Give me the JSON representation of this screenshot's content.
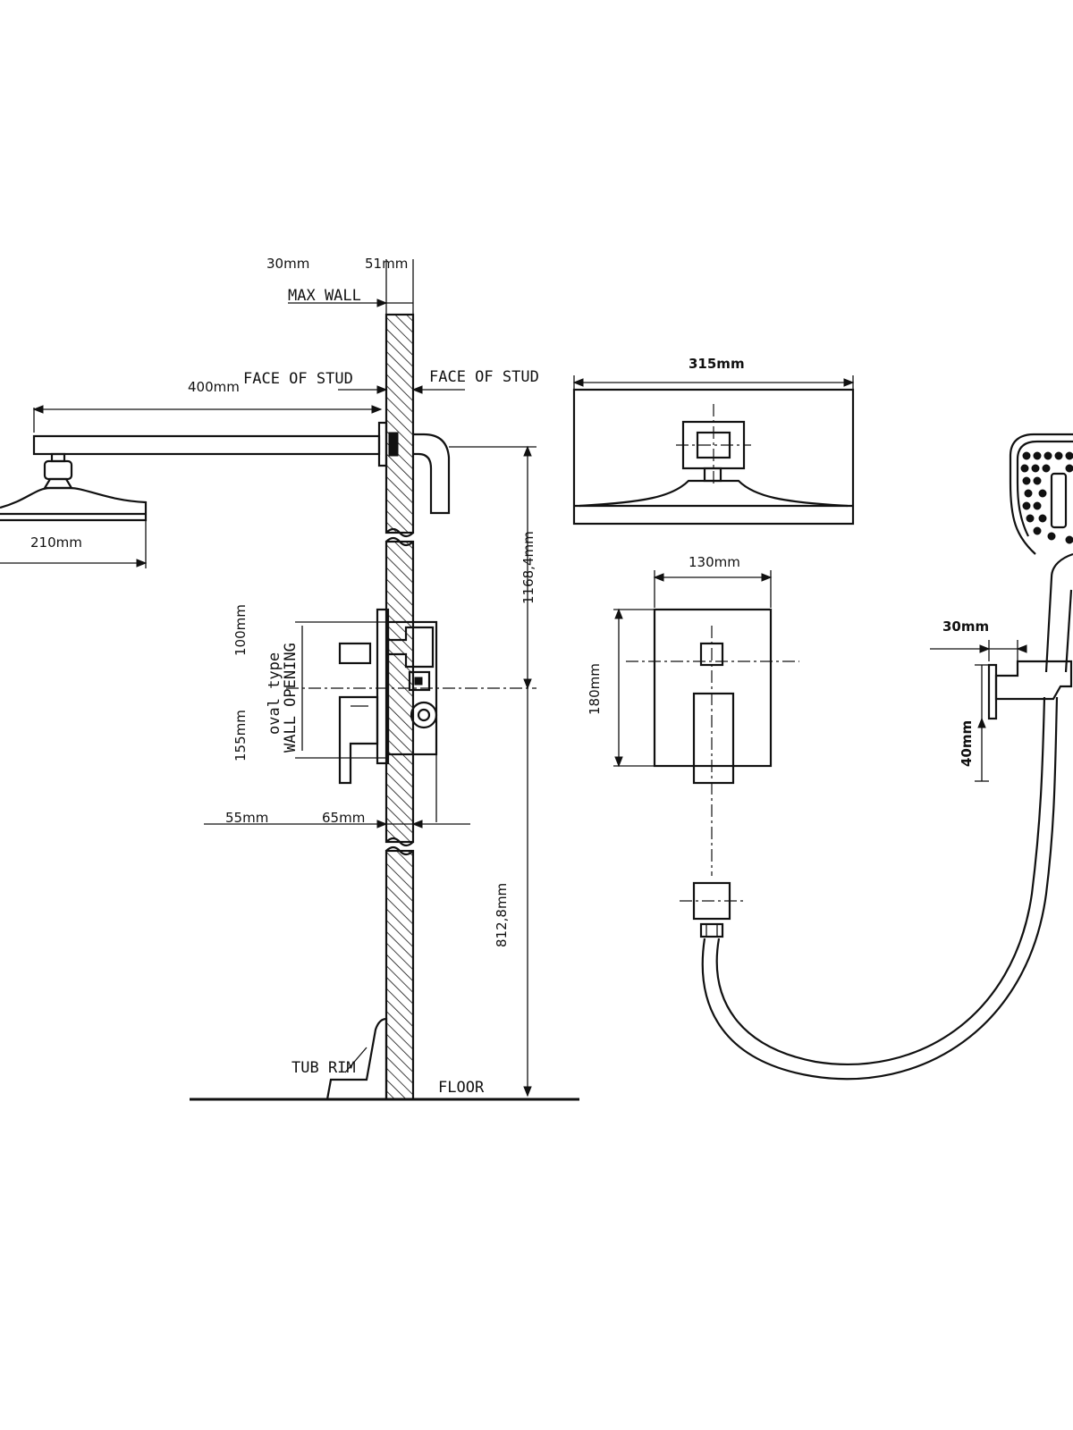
{
  "labels": {
    "dim_30mm_top": "30mm",
    "dim_51mm": "51mm",
    "max_wall": "MAX WALL",
    "face_of_stud_left": "FACE OF STUD",
    "face_of_stud_right": "FACE OF STUD",
    "dim_400mm": "400mm",
    "dim_210mm": "210mm",
    "dim_1168": "1168,4mm",
    "dim_100mm": "100mm",
    "dim_155mm": "155mm",
    "oval_type": "oval type",
    "wall_opening": "WALL OPENING",
    "dim_55mm": "55mm",
    "dim_65mm": "65mm",
    "dim_812": "812,8mm",
    "tub_rim": "TUB RIM",
    "floor": "FLOOR",
    "dim_315mm": "315mm",
    "dim_130mm": "130mm",
    "dim_180mm": "180mm",
    "dim_30mm_side": "30mm",
    "dim_40mm": "40mm"
  }
}
